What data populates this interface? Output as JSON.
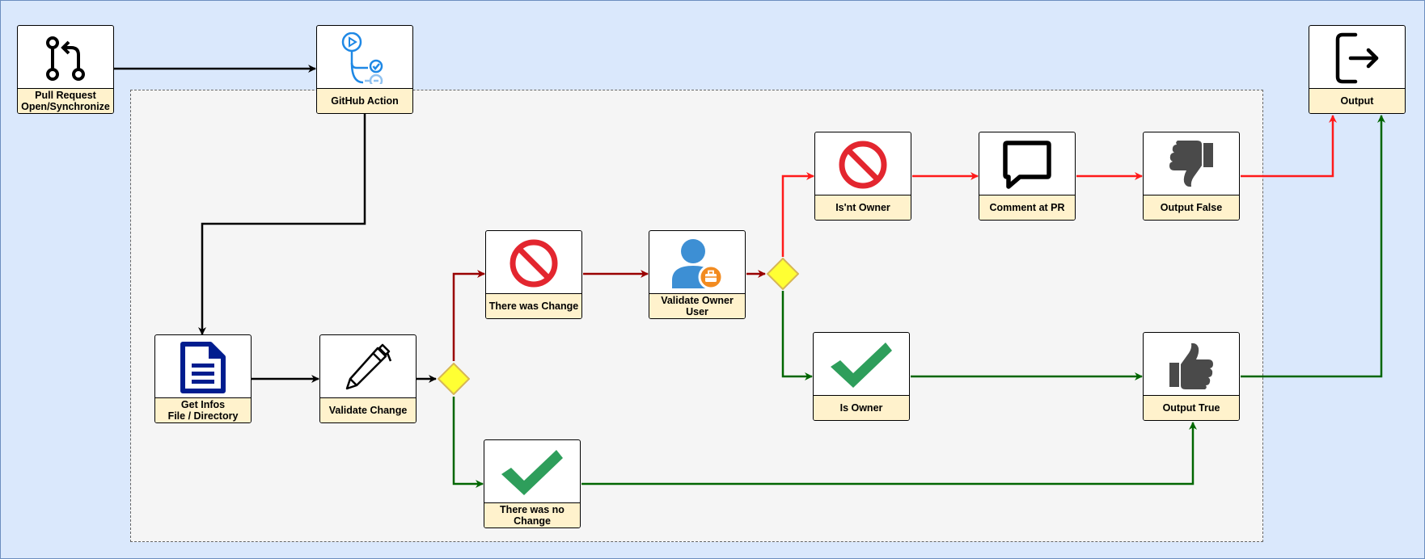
{
  "nodes": {
    "pull_request": "Pull Request\nOpen/Synchronize",
    "github_action": "GitHub Action",
    "output": "Output",
    "get_infos": "Get Infos\nFile / Directory",
    "validate_change": "Validate Change",
    "there_was_change": "There was Change",
    "there_was_no_change": "There was no Change",
    "validate_owner_user": "Validate Owner User",
    "isnt_owner": "Is'nt Owner",
    "is_owner": "Is Owner",
    "comment_at_pr": "Comment at PR",
    "output_false": "Output False",
    "output_true": "Output True"
  },
  "colors": {
    "background": "#dae8fc",
    "group_fill": "#f5f5f5",
    "label_fill": "#fff2cc",
    "decision_fill": "#ffff33",
    "arrow_black": "#000000",
    "arrow_dark_red": "#990000",
    "arrow_red": "#ff1a1a",
    "arrow_green": "#006600",
    "icon_blue": "#1e88e5",
    "icon_navy": "#001d8f",
    "icon_stop_red": "#e3262f",
    "icon_check_green": "#2e9e5b",
    "icon_gray": "#4a4a4a",
    "icon_user_blue": "#3d8fd4",
    "icon_badge_orange": "#f28b20"
  },
  "icons": {
    "pull_request": "git-pull-request-icon",
    "github_action": "github-actions-workflow-icon",
    "output": "exit-icon",
    "get_infos": "document-icon",
    "validate_change": "pen-icon",
    "there_was_change": "prohibited-icon",
    "there_was_no_change": "checkmark-icon",
    "validate_owner_user": "business-user-icon",
    "isnt_owner": "prohibited-icon",
    "is_owner": "checkmark-icon",
    "comment_at_pr": "comment-bubble-icon",
    "output_false": "thumbs-down-icon",
    "output_true": "thumbs-up-icon"
  }
}
